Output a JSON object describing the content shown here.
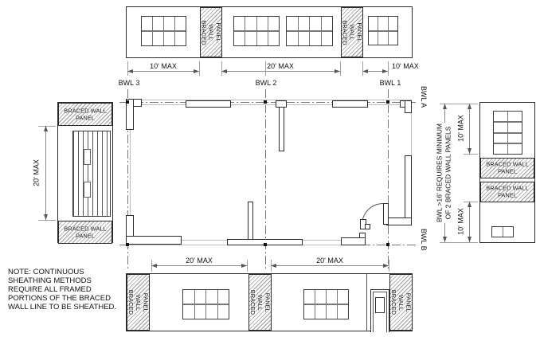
{
  "labels": {
    "braced_wall_panel": "BRACED WALL\nPANEL",
    "bwl_3": "BWL 3",
    "bwl_2": "BWL 2",
    "bwl_1": "BWL 1",
    "bwl_a": "BWL A",
    "bwl_b": "BWL B"
  },
  "dimensions": {
    "ten_max": "10' MAX",
    "twenty_max": "20' MAX"
  },
  "annotations": {
    "bwl_minimum": "BWL >16' REQUIRES MINIMUM\nOF 2 BRACED WALL PANELS",
    "note": "NOTE: CONTINUOUS\nSHEATHING METHODS\nREQUIRE ALL FRAMED\nPORTIONS OF THE BRACED\nWALL LINE TO BE SHEATHED."
  },
  "colors": {
    "line": "#2b2b2b",
    "dimension": "#8a8a8a",
    "hatch": "#9a9a9a",
    "background": "#ffffff"
  }
}
